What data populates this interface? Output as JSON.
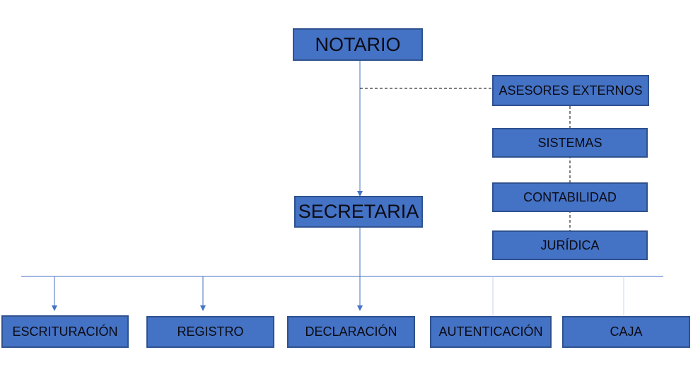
{
  "colors": {
    "box_fill": "#4472c4",
    "box_border": "#2f528f",
    "text": "#0b0b14",
    "connector": "#4472c4",
    "dashed": "#000000"
  },
  "nodes": {
    "notario": "NOTARIO",
    "secretaria": "SECRETARIA",
    "asesores_externos": "ASESORES EXTERNOS",
    "sistemas": "SISTEMAS",
    "contabilidad": "CONTABILIDAD",
    "juridica": "JURÍDICA",
    "escrituracion": "ESCRITURACIÓN",
    "registro": "REGISTRO",
    "declaracion": "DECLARACIÓN",
    "autenticacion": "AUTENTICACIÓN",
    "caja": "CAJA"
  }
}
